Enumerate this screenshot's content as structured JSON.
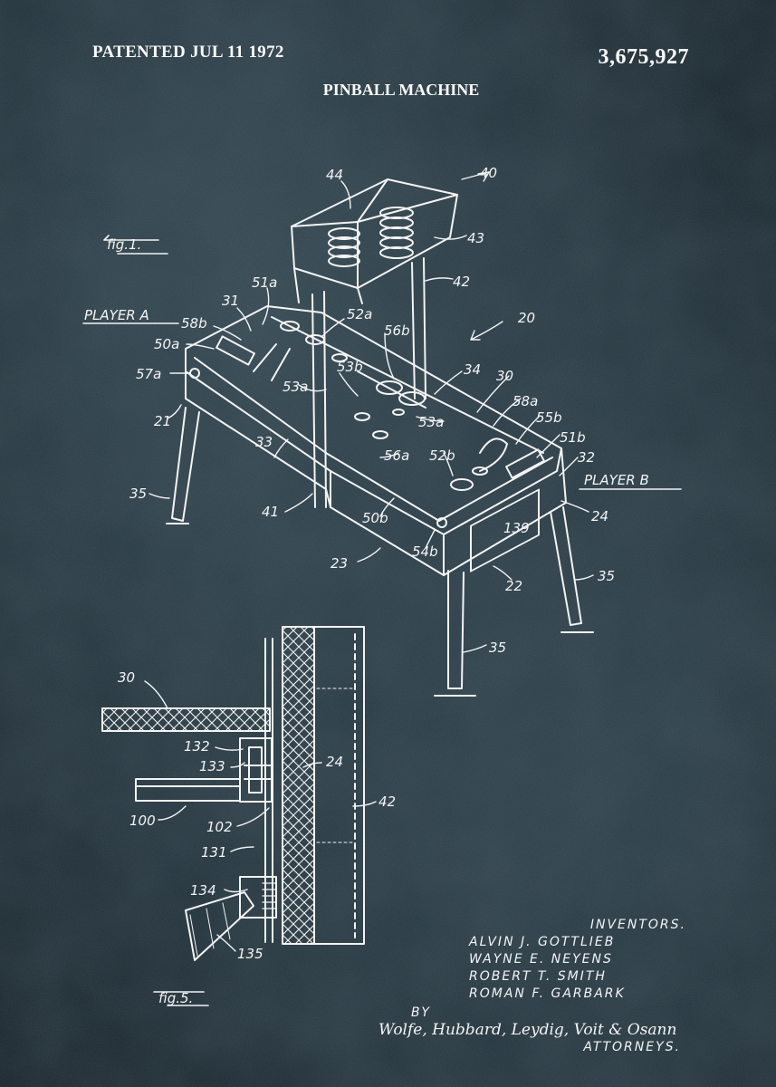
{
  "header": {
    "patent_date": "PATENTED JUL 11 1972",
    "patent_number": "3,675,927",
    "title": "PINBALL MACHINE"
  },
  "figures": {
    "fig1_label": "fig.1.",
    "fig5_label": "fig.5.",
    "player_a": "PLAYER A",
    "player_b": "PLAYER B"
  },
  "fig1_refs": {
    "r40": "40",
    "r44": "44",
    "r43": "43",
    "r42": "42",
    "r20": "20",
    "r51a": "51a",
    "r52a": "52a",
    "r31": "31",
    "r58b": "58b",
    "r50a": "50a",
    "r57a": "57a",
    "r21": "21",
    "r35a": "35",
    "r33": "33",
    "r41": "41",
    "r56b": "56b",
    "r53b": "53b",
    "r53a_l": "53a",
    "r34": "34",
    "r30": "30",
    "r58a": "58a",
    "r55b": "55b",
    "r53a_r": "53a",
    "r51b": "51b",
    "r32": "32",
    "r56a": "56a",
    "r52b": "52b",
    "r50b": "50b",
    "r54b": "54b",
    "r139": "139",
    "r24": "24",
    "r35b": "35",
    "r23": "23",
    "r22": "22",
    "r35c": "35"
  },
  "fig5_refs": {
    "r30": "30",
    "r132": "132",
    "r133": "133",
    "r24": "24",
    "r42": "42",
    "r100": "100",
    "r102": "102",
    "r131": "131",
    "r134": "134",
    "r135": "135"
  },
  "credits": {
    "heading": "INVENTORS.",
    "inventors": [
      "ALVIN J. GOTTLIEB",
      "WAYNE E. NEYENS",
      "ROBERT T. SMITH",
      "ROMAN F. GARBARK"
    ],
    "by": "BY",
    "firm": "Wolfe, Hubbard, Leydig, Voit & Osann",
    "attorneys": "ATTORNEYS."
  }
}
